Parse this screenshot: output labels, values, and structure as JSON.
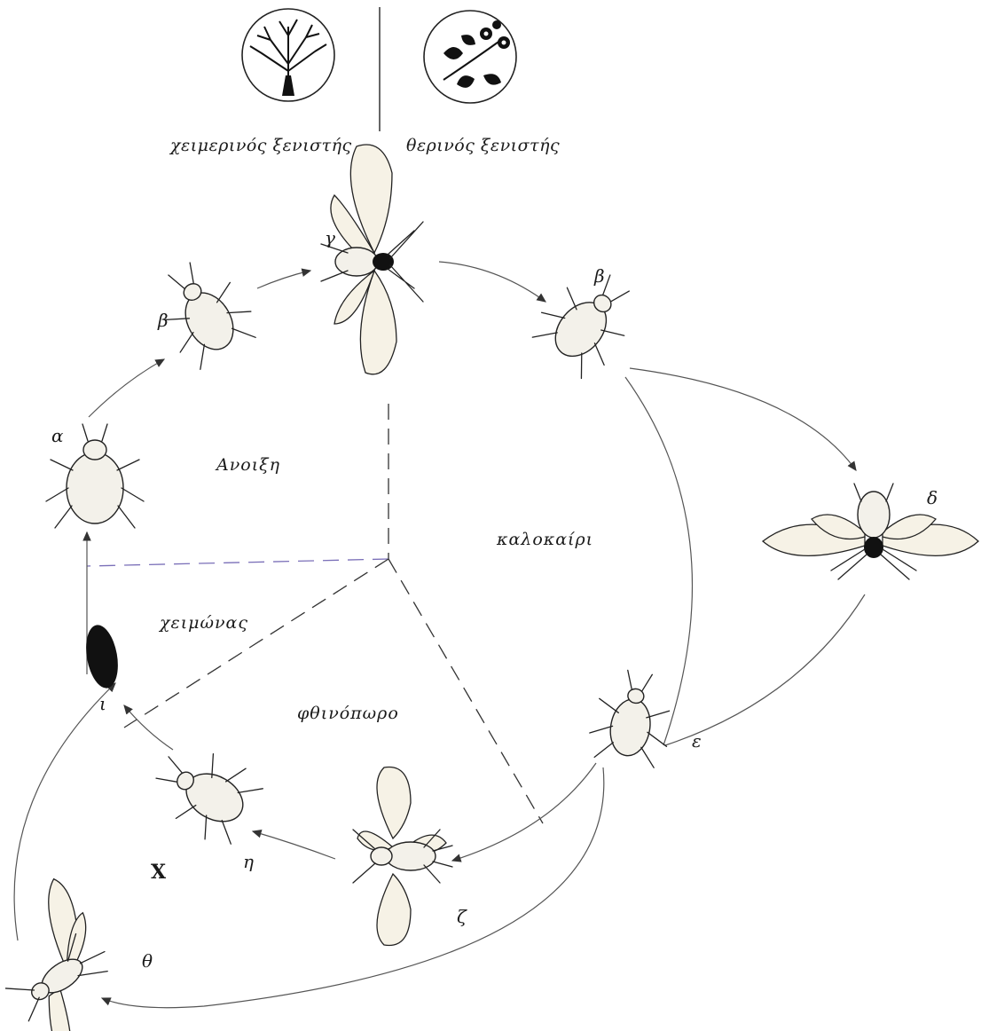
{
  "hosts": {
    "winter_host": "χειμερινός ξενιστής",
    "summer_host": "θερινός ξενιστής"
  },
  "seasons": {
    "spring": "Ανοιξη",
    "summer": "καλοκαίρι",
    "autumn": "φθινόπωρο",
    "winter": "χειμώνας"
  },
  "stages": {
    "a": "α",
    "b_left": "β",
    "g": "γ",
    "b_right": "β",
    "d": "δ",
    "e": "ε",
    "z": "ζ",
    "h": "η",
    "th": "θ",
    "i": "ι",
    "x_mark": "X"
  },
  "colors": {
    "ink": "#1a1a1a",
    "wing_fill": "#f6f2e6",
    "egg": "#111111"
  }
}
